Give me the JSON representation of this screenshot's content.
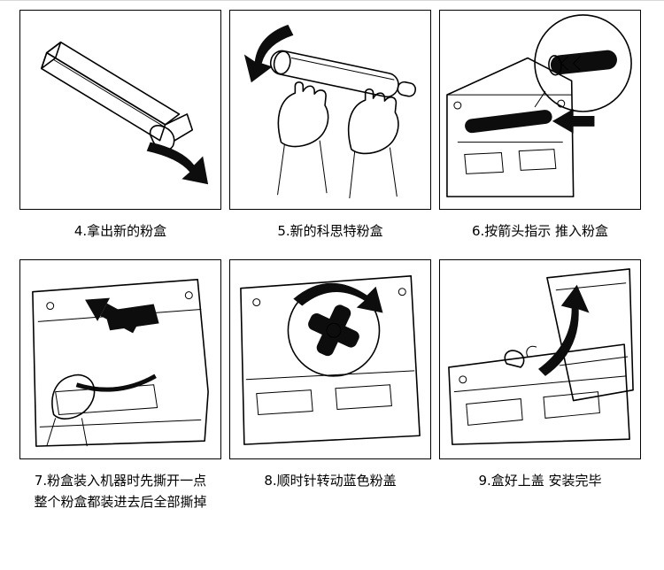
{
  "sheet": {
    "title": "toner-cartridge-installation-steps",
    "background_color": "#ffffff",
    "line_color": "#000000"
  },
  "panels": [
    {
      "step": "4",
      "caption": "4.拿出新的粉盒",
      "illustration": "take-out-new-toner-cartridge"
    },
    {
      "step": "5",
      "caption": "5.新的科思特粉盒",
      "illustration": "new-koster-toner-roller-held-by-hands"
    },
    {
      "step": "6",
      "caption": "6.按箭头指示 推入粉盒",
      "illustration": "push-cartridge-into-machine-along-arrow"
    },
    {
      "step": "7",
      "caption": "7.粉盒装入机器时先撕开一点\n整个粉盒都装进去后全部撕掉",
      "illustration": "tear-seal-strip-while-inserting-cartridge"
    },
    {
      "step": "8",
      "caption": "8.顺时针转动蓝色粉盖",
      "illustration": "rotate-blue-cap-clockwise"
    },
    {
      "step": "9",
      "caption": "9.盒好上盖 安装完毕",
      "illustration": "close-top-cover-installation-complete"
    }
  ]
}
